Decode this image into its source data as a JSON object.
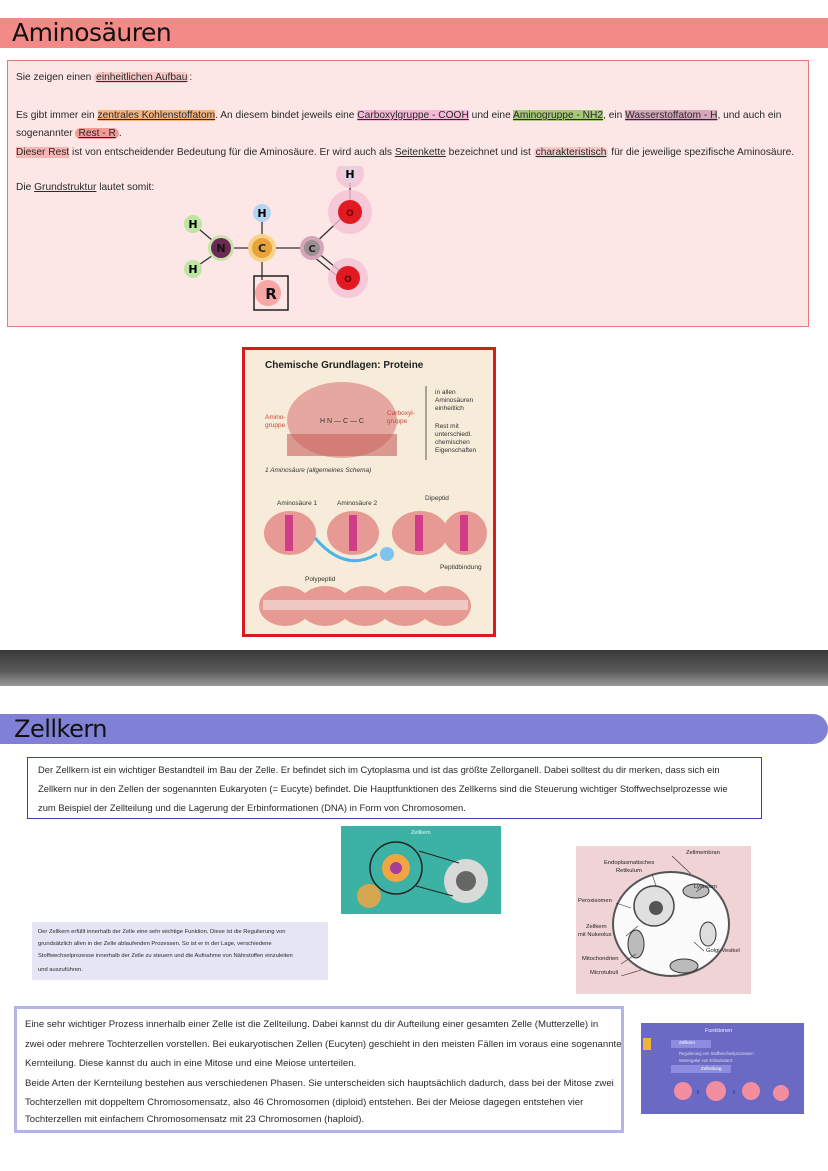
{
  "section1": {
    "title": "Aminosäuren",
    "l1": "Sie zeigen einen ",
    "l1_u": "einheitlichen Aufbau",
    "l1_end": ":",
    "l2a": "Es gibt immer ein ",
    "l2_zk": "zentrales Kohlenstoffatom",
    "l2b": ". An diesem bindet jeweils eine ",
    "l2_carb": "Carboxylgruppe - COOH",
    "l2c": " und eine ",
    "l2_amino": "Aminogruppe - NH2",
    "l2d": ", ein ",
    "l2_h": "Wasserstoffatom - H",
    "l2e": ", und auch ein",
    "l3a": "sogenannter ",
    "l3_rest": "Rest - R",
    "l3b": ".",
    "l4_a": "Dieser Rest",
    "l4_b": " ist von entscheidender Bedeutung für die Aminosäure. Er wird auch als ",
    "l4_sk": "Seitenkette",
    "l4_c": " bezeichnet und ist ",
    "l4_char": "charakteristisch",
    "l4_d": " für die jeweilige spezifische Aminosäure.",
    "l5a": "Die ",
    "l5_u": "Grundstruktur",
    "l5b": " lautet somit:",
    "atoms": {
      "h1": "H",
      "h2": "H",
      "h3": "H",
      "h4": "H",
      "n": "N",
      "c1": "C",
      "c2": "C",
      "r": "R"
    }
  },
  "textbook": {
    "title": "Chemische Grundlagen: Proteine",
    "amino_label": "Amino-\ngruppe",
    "amino_l1": "Amino-",
    "amino_l2": "gruppe",
    "carboxyl_l1": "Carboxyl-",
    "carboxyl_l2": "gruppe",
    "right1": [
      "in allen",
      "Aminosäuren",
      "einheitlich"
    ],
    "right2": [
      "Rest mit",
      "unterschiedl.",
      "chemischen",
      "Eigenschaften"
    ],
    "caption": "1  Aminosäure (allgemeines Schema)",
    "aa1": "Aminosäure 1",
    "aa2": "Aminosäure 2",
    "dipeptid": "Dipeptid",
    "peptidbindung": "Peptidbindung",
    "polypeptid": "Polypeptid"
  },
  "section2": {
    "title": "Zellkern",
    "p1": [
      "Der Zellkern ist ein wichtiger Bestandteil im Bau der Zelle. Er befindet sich im Cytoplasma und ist das größte Zellorganell. Dabei solltest du dir merken, dass sich ein",
      "Zellkern nur in den Zellen der sogenannten Eukaryoten (= Eucyte) befindet. Die Hauptfunktionen des Zellkerns sind die Steuerung wichtiger Stoffwechselprozesse wie",
      "zum Beispiel der Zellteilung und die Lagerung der Erbinformationen (DNA) in Form von Chromosomen."
    ],
    "small": [
      "Der Zellkern erfüllt innerhalb der Zelle eine sehr wichtige Funktion. Diese ist die Regulierung von",
      "grundsätzlich allen in der Zelle ablaufenden Prozessen. So ist er in der Lage, verschiedene",
      "Stoffwechselprozesse innerhalb der Zelle zu steuern und die Aufnahme von Nährstoffen einzuleiten",
      "und auszuführen."
    ],
    "p2": [
      "Eine sehr wichtiger Prozess innerhalb einer Zelle ist die Zellteilung. Dabei kannst du dir Aufteilung einer gesamten Zelle (Mutterzelle) in",
      "zwei oder mehrere Tochterzellen vorstellen. Bei eukaryotischen Zellen (Eucyten) geschieht in den meisten Fällen im voraus eine sogenannte",
      "Kernteilung. Diese kannst du auch in eine Mitose und eine Meiose unterteilen.",
      "Beide Arten der Kernteilung bestehen aus verschiedenen Phasen. Sie unterscheiden sich hauptsächlich dadurch, dass bei der Mitose zwei",
      "Tochterzellen mit doppeltem Chromosomensatz, also 46 Chromosomen (diploid) entstehen. Bei der Meiose dagegen entstehen vier",
      "Tochterzellen mit einfachem Chromosomensatz mit 23 Chromosomen (haploid)."
    ],
    "teal_title": "Zellkern",
    "cell_labels": {
      "membran": "Zellmembran",
      "er1": "Endoplasmatisches",
      "er2": "Retikulum",
      "lysosom": "Lysosom",
      "peroxisomen": "Peroxisomen",
      "zellkern1": "Zellkern",
      "zellkern2": "mit Nukeolus",
      "golgi": "Golgi-Vesikel",
      "mito": "Mitochondrien",
      "micro": "Microtubuli"
    },
    "func_title": "Funktionen",
    "func_items": [
      "Zellkern",
      "Regulierung von Stoffwechselprozessen",
      "Weitergabe von Erbsubstanz",
      "Zellteilung"
    ]
  }
}
